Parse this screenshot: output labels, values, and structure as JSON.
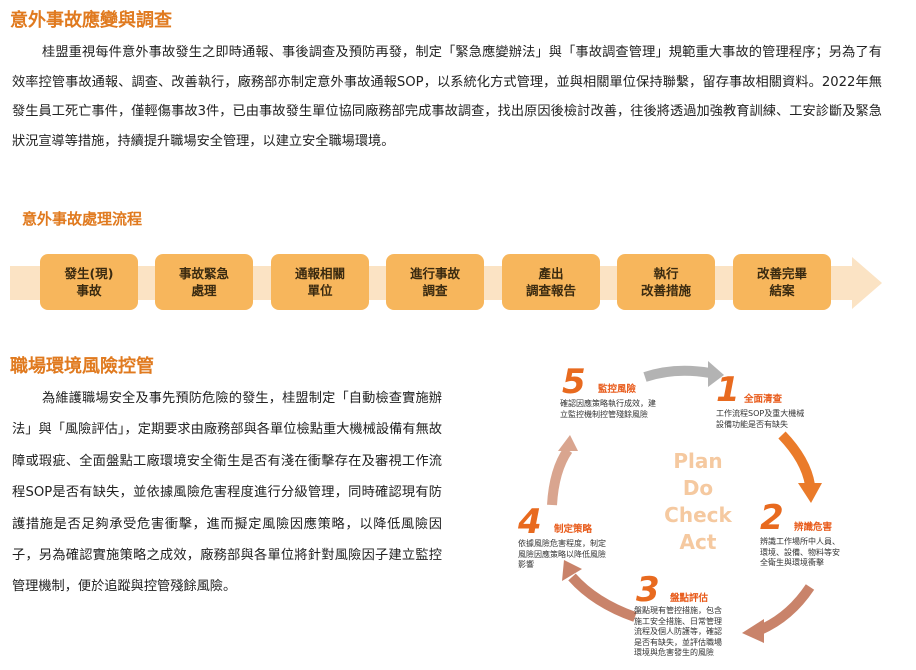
{
  "section1": {
    "title": "意外事故應變與調查",
    "paragraph": "桂盟重視每件意外事故發生之即時通報、事後調查及預防再發，制定「緊急應變辦法」與「事故調查管理」規範重大事故的管理程序；另為了有效率控管事故通報、調查、改善執行，廠務部亦制定意外事故通報SOP，以系統化方式管理，並與相關單位保持聯繫，留存事故相關資料。2022年無發生員工死亡事件，僅輕傷事故3件，已由事故發生單位協同廠務部完成事故調查，找出原因後檢討改善，往後將透過加強教育訓練、工安診斷及緊急狀況宣導等措施，持續提升職場安全管理，以建立安全職場環境。"
  },
  "flow": {
    "title": "意外事故處理流程",
    "steps": [
      "發生(現)\n事故",
      "事故緊急\n處理",
      "通報相關\n單位",
      "進行事故\n調查",
      "產出\n調查報告",
      "執行\n改善措施",
      "改善完畢\n結案"
    ]
  },
  "section2": {
    "title": "職場環境風險控管",
    "paragraph": "為維護職場安全及事先預防危險的發生，桂盟制定「自動檢查實施辦法」與「風險評估」，定期要求由廠務部與各單位檢點重大機械設備有無故障或瑕疵、全面盤點工廠環境安全衛生是否有淺在衝擊存在及審視工作流程SOP是否有缺失，並依據風險危害程度進行分級管理，同時確認現有防護措施是否足夠承受危害衝擊，進而擬定風險因應策略，以降低風險因子，另為確認實施策略之成效，廠務部與各單位將針對風險因子建立監控管理機制，便於追蹤與控管殘餘風險。"
  },
  "pdca": {
    "center": [
      "Plan",
      "Do",
      "Check",
      "Act"
    ],
    "stages": [
      {
        "num": "1",
        "title": "全面清查",
        "desc": "工作流程SOP及重大機械設備功能是否有缺失"
      },
      {
        "num": "2",
        "title": "辨識危害",
        "desc": "辨識工作場所中人員、環境、設備、物料等安全衛生與環境衝擊"
      },
      {
        "num": "3",
        "title": "盤點評估",
        "desc": "盤點現有管控措施，包含施工安全措施、日常管理流程及個人防護等，確認是否有缺失，並評估職場環境與危害發生的風險"
      },
      {
        "num": "4",
        "title": "制定策略",
        "desc": "依據風險危害程度，制定風險因應策略以降低風險影響"
      },
      {
        "num": "5",
        "title": "監控風險",
        "desc": "確認因應策略執行成效，建立監控機制控管殘餘風險"
      }
    ],
    "colors": {
      "arrow_gray": "#b3b3b3",
      "arrow_brown": "#c9836a",
      "arrow_orange": "#ea7b2a",
      "accent": "#e07a1f"
    }
  }
}
